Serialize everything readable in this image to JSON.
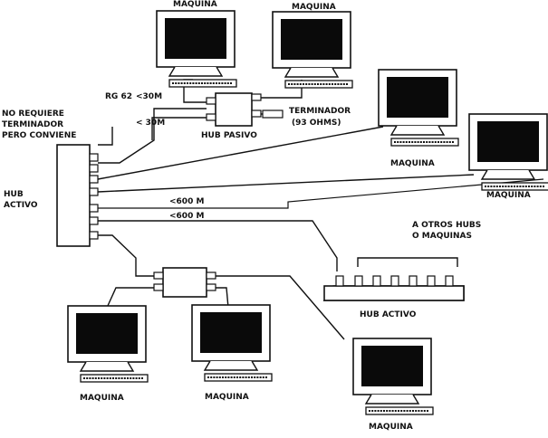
{
  "labels": {
    "machine": "MAQUINA",
    "rg62": "RG 62",
    "lt30m": "<30M",
    "lt30m_b": "< 30M",
    "terminator_line1": "TERMINADOR",
    "terminator_line2": "(93 OHMS)",
    "hub_passive": "HUB PASIVO",
    "no_terminator_1": "NO REQUIERE",
    "no_terminator_2": "TERMINADOR",
    "no_terminator_3": "PERO CONVIENE",
    "hub_active_left_1": "HUB",
    "hub_active_left_2": "ACTIVO",
    "lt600m_a": "<600 M",
    "lt600m_b": "<600 M",
    "other_hubs_1": "A OTROS HUBS",
    "other_hubs_2": "O MAQUINAS",
    "hub_active_right": "HUB ACTIVO"
  },
  "colors": {
    "ink": "#111111",
    "screen": "#0a0a0a",
    "paper": "#ffffff"
  }
}
